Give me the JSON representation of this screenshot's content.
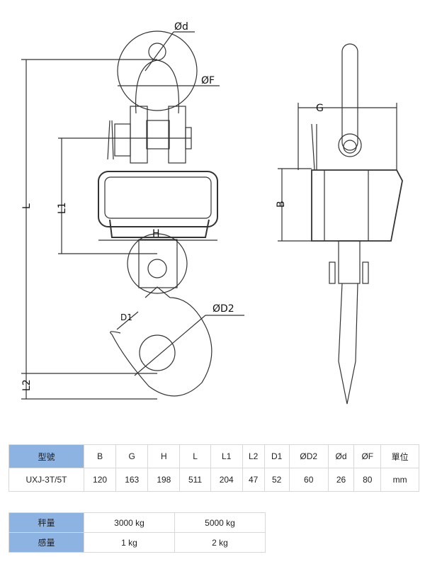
{
  "drawing": {
    "labels": {
      "d": "Ød",
      "F": "ØF",
      "L": "L",
      "L1": "L1",
      "L2": "L2",
      "H": "H",
      "D1": "D1",
      "D2": "ØD2",
      "G": "G",
      "B": "B"
    }
  },
  "spec_table": {
    "headers": [
      "型號",
      "B",
      "G",
      "H",
      "L",
      "L1",
      "L2",
      "D1",
      "ØD2",
      "Ød",
      "ØF",
      "單位"
    ],
    "row": [
      "UXJ-3T/5T",
      "120",
      "163",
      "198",
      "511",
      "204",
      "47",
      "52",
      "60",
      "26",
      "80",
      "mm"
    ]
  },
  "capacity_table": {
    "rows": [
      {
        "label": "秤量",
        "values": [
          "3000 kg",
          "5000 kg"
        ]
      },
      {
        "label": "感量",
        "values": [
          "1 kg",
          "2 kg"
        ]
      }
    ]
  }
}
